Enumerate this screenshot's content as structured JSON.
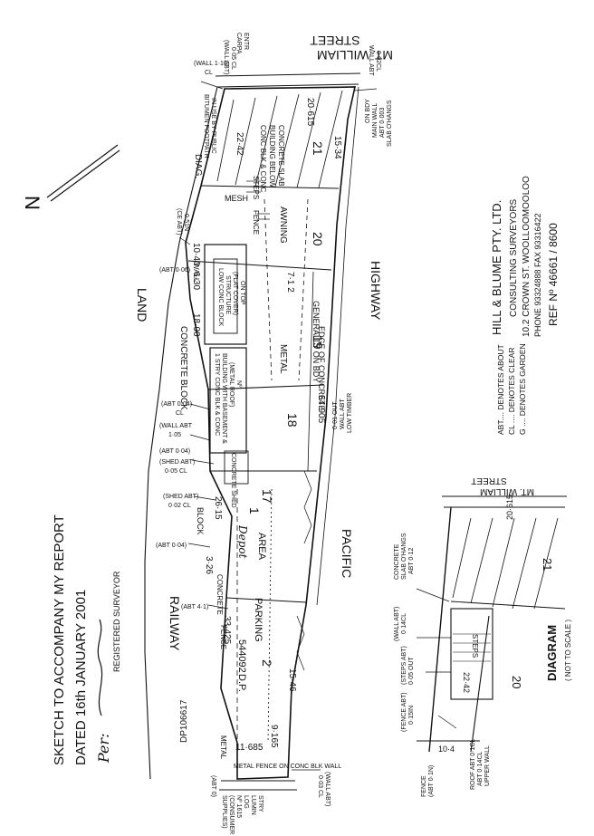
{
  "title_block": {
    "line1": "SKETCH TO ACCOMPANY MY REPORT",
    "line2": "DATED 16th JANUARY 2001",
    "signature_prefix": "Per:",
    "signer_role": "REGISTERED SURVEYOR"
  },
  "firm": {
    "name": "HILL & BLUME PTY. LTD.",
    "subtitle": "CONSULTING SURVEYORS",
    "address": "10.2 CROWN ST. WOOLLOOMOOLOO",
    "phone": "PHONE 93324888   FAX 93316422",
    "ref": "REF Nº 46661 / 8600"
  },
  "legend": {
    "abt": "ABT.... DENOTES ABOUT",
    "cl": "CL .... DENOTES CLEAR",
    "g": "G .... DENOTES GARDEN"
  },
  "streets": {
    "mt_william_1": "MT. WILLIAM",
    "mt_william_2": "STREET",
    "highway": "HIGHWAY",
    "pacific": "PACIFIC",
    "land": "LAND",
    "railway": "RAILWAY"
  },
  "lots": {
    "l21": "21",
    "l20": "20",
    "l19": "19",
    "l18": "18",
    "l17": "17",
    "l2": "2",
    "l1": "1",
    "l21_diag": "21",
    "l20_diag": "20"
  },
  "dims": {
    "d2615": "20·615",
    "d1534": "15·34",
    "d2242": "22·42",
    "d1040": "10·40",
    "d630": "6·30",
    "d1800": "18·00",
    "d64905": "64·905",
    "d2615b": "26·15",
    "d326": "3·26",
    "d33425": "33·425",
    "d15461": "15·46",
    "d9165": "9·165",
    "d11685": "11·685",
    "d1040_diag": "10·4",
    "d2242_diag": "22·42",
    "d2615_diag": "20·615"
  },
  "notes": {
    "conc_blk_1": "CONC BLK & CONC",
    "conc_blk_2": "BUILDING BELOW",
    "conc_blk_3": "CONCRETE SLAB",
    "awning": "AWNING",
    "metal_1": "7·1 2",
    "metal_2": "METAL",
    "concrete_gen": "GENERALLY ON BDY",
    "edge": "EDGE OF CONCRETE",
    "mesh": "MESH",
    "fence": "FENCE",
    "wall": "WALL",
    "steps": "STEPS",
    "low_block_1": "LOW CONC BLOCK",
    "low_block_2": "STRUCTURE",
    "low_block_3": "(FLAT COVER)",
    "low_block_4": "ON TOP",
    "storey_1": "1 STRY CONC BLK & CONC",
    "storey_2": "BUILDING WITH BASEMENT &",
    "storey_3": "(METAL ROOF)",
    "storey_4": "Nº",
    "concrete_block": "CONCRETE  BLOCK",
    "block": "BLOCK",
    "parking_1": "PARKING",
    "parking_2": "AREA",
    "dp": "D.P.",
    "dp_num": "544092",
    "depot": "Depot",
    "concrete_shed": "CONCRETE SHED",
    "metal_fence": "METAL FENCE ON CONC BLK WALL",
    "stry_lumin_1": "STRY",
    "stry_lumin_2": "LUMIN",
    "stry_lumin_3": "LOG",
    "stry_lumin_4": "Nº 1615",
    "stry_lumin_5": "(CONSUMER",
    "stry_lumin_6": "SUPPLIES)",
    "dp_bottom": "DP106617",
    "metal_fence_side": "METAL",
    "fence_side": "FENCE",
    "concrete_side": "CONCRETE",
    "bitumen_1": "BITUMEN FOOTPATH",
    "bitumen_2": "IN USE BY PUBLIC",
    "diag": "DIAG.",
    "carpark_1": "CARPA",
    "carpark_2": "ENTR",
    "wall_abt_top_1": "(WALL ABT)",
    "wall_abt_top_2": "0·05 CL",
    "wall_abt_right_1": "WALL ABT",
    "wall_abt_right_2": "0·02CL",
    "slab_ohangs_1": "SLAB O'HANGS",
    "slab_ohangs_2": "ABT 0·003",
    "slab_ohangs_3": "MAIN WALL",
    "slab_ohangs_4": "ON BDY",
    "wall_116": "(WALL 1·16)",
    "wall_cl": "CL",
    "ce_abt_1": "(CE ABT)",
    "ce_abt_2": "0·51N",
    "abt_006": "(ABT 0·06)",
    "abt_004": "(ABT 0·04)",
    "abt_004_cl": "CL",
    "wall_abt_105_1": "(WALL ABT",
    "wall_abt_105_2": "1·05",
    "abt_004b": "(ABT 0·04)",
    "shed_abt_1": "(SHED ABT)",
    "shed_abt_2": "0·05 CL",
    "shed_abt2_1": "(SHED ABT)",
    "shed_abt2_2": "0·02 CL",
    "abt_004c": "(ABT 0·04)",
    "abt_41": "(ABT 4·1)",
    "abt_0": "(ABT 0)",
    "wall_abt_003": "(WALL ABT)",
    "wall_abt_003b": "0·03 CL",
    "low_timber_1": "LOW TIMBER",
    "low_timber_2": "WALL ABT",
    "low_timber_3": "0·01 OUT",
    "diagram": "DIAGRAM",
    "not_to_scale": "( NOT TO SCALE )",
    "d_concrete_1": "CONCRETE",
    "d_concrete_2": "SLAB O'HANGS",
    "d_concrete_3": "ABT 0·12",
    "d_wall_abt_1": "(WALL ABT)",
    "d_wall_abt_2": "0·14CL",
    "d_steps_abt_1": "(STEPS ABT)",
    "d_steps_abt_2": "0·05 OUT",
    "d_steps": "STEPS",
    "d_fence_abt_1": "(FENCE ABT)",
    "d_fence_abt_2": "0·15IN",
    "d_upper_1": "UPPER WALL",
    "d_upper_2": "ABT 0·14CL",
    "d_upper_3": "ROOF ABT 0·1CL",
    "d_fence_1": "FENCE",
    "d_fence_2": "(ABT 0·1N)",
    "d_mtw_1": "MT. WILLIAM",
    "d_mtw_2": "STREET",
    "north": "N"
  },
  "colors": {
    "ink": "#111111",
    "paper": "#ffffff"
  }
}
